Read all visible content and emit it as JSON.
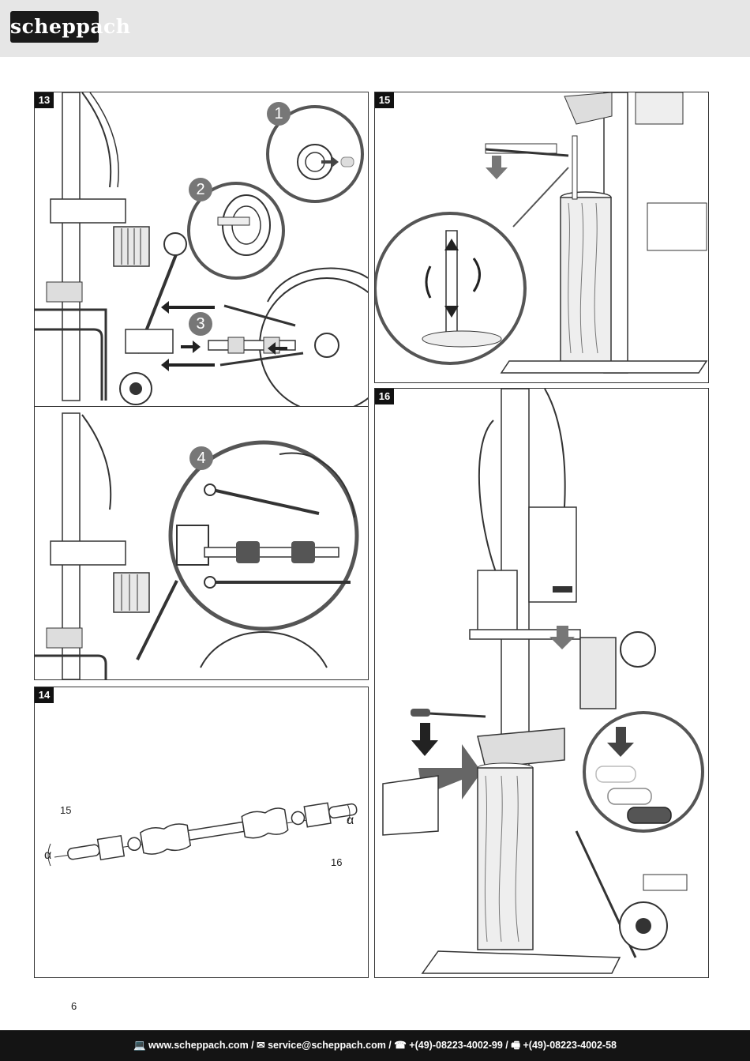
{
  "header": {
    "logo_text": "scheppach"
  },
  "figures": [
    {
      "number": "13",
      "callouts": [
        "1",
        "2",
        "3"
      ]
    },
    {
      "number": "4_detail",
      "callouts": [
        "4"
      ]
    },
    {
      "number": "14",
      "labels": [
        "15",
        "16"
      ],
      "angle_symbol": "α"
    },
    {
      "number": "15"
    },
    {
      "number": "16"
    }
  ],
  "badges": {
    "fig13": "13",
    "fig14": "14",
    "fig15": "15",
    "fig16": "16"
  },
  "callouts": {
    "c1": "1",
    "c2": "2",
    "c3": "3",
    "c4": "4"
  },
  "fig14_labels": {
    "left": "15",
    "right": "16",
    "alpha": "α"
  },
  "page_number": "6",
  "footer": {
    "web_icon": "laptop-icon",
    "web": "www.scheppach.com",
    "mail_icon": "email-icon",
    "mail": "service@scheppach.com",
    "phone_icon": "phone-icon",
    "phone": "+(49)-08223-4002-99",
    "fax_icon": "fax-icon",
    "fax": "+(49)-08223-4002-58",
    "separator": "/"
  }
}
